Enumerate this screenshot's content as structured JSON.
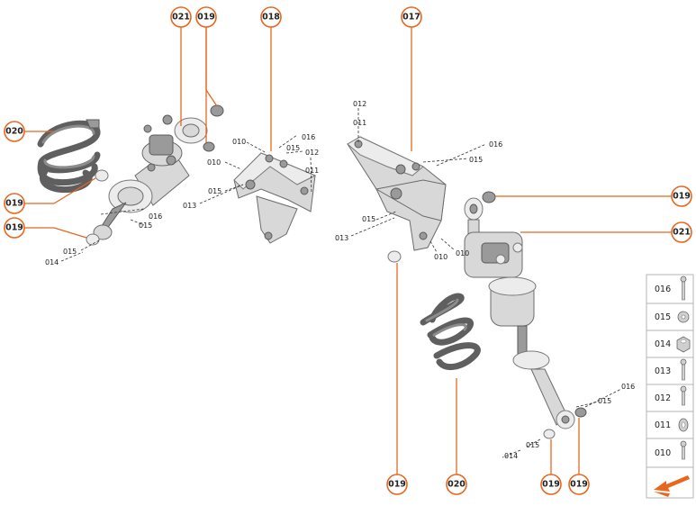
{
  "callouts": {
    "c021_top": "021",
    "c019_top": "019",
    "c018": "018",
    "c017": "017",
    "c020_left": "020",
    "c019_left_a": "019",
    "c019_left_b": "019",
    "c019_right_a": "019",
    "c021_right": "021",
    "c019_bottom_a": "019",
    "c020_bottom": "020",
    "c019_bottom_b": "019",
    "c019_bottom_c": "019"
  },
  "small_labels": {
    "l1_016": "016",
    "l1_015": "015",
    "l1_015b": "015",
    "l1_014": "014",
    "l2_010a": "010",
    "l2_015a": "015",
    "l2_016": "016",
    "l2_012": "012",
    "l2_010b": "010",
    "l2_011": "011",
    "l2_013": "013",
    "l2_015b": "015",
    "l3_012": "012",
    "l3_011": "011",
    "l3_016": "016",
    "l3_015a": "015",
    "l3_015b": "015",
    "l3_013": "013",
    "l3_010a": "010",
    "l3_010b": "010",
    "l4_016": "016",
    "l4_015": "015",
    "l4_015b": "015",
    "l4_014": "014"
  },
  "legend": {
    "items": [
      {
        "code": "016",
        "icon": "long-bolt-icon"
      },
      {
        "code": "015",
        "icon": "washer-icon"
      },
      {
        "code": "014",
        "icon": "hex-nut-icon"
      },
      {
        "code": "013",
        "icon": "bolt-icon"
      },
      {
        "code": "012",
        "icon": "medium-bolt-icon"
      },
      {
        "code": "011",
        "icon": "ring-washer-icon"
      },
      {
        "code": "010",
        "icon": "short-bolt-icon"
      }
    ],
    "next_icon": "arrow-down-left-icon"
  },
  "colors": {
    "accent": "#e8661e",
    "part": "#d8d8d8",
    "spring": "#5f5f5f"
  }
}
